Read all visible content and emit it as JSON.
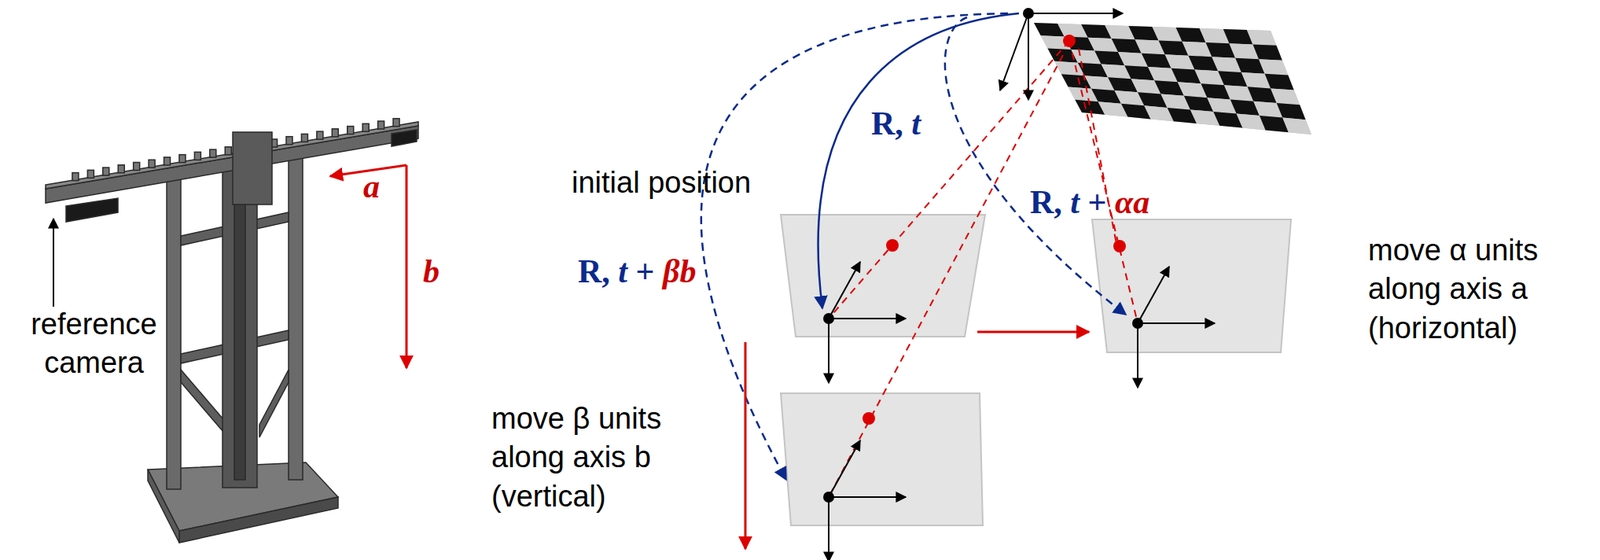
{
  "diagram": {
    "labels": [
      "reference camera",
      "a",
      "b",
      "initial position",
      "R, t",
      "R, t + αa",
      "R, t + βb",
      "move α units along axis a (horizontal)",
      "move β units along axis b (vertical)"
    ]
  }
}
